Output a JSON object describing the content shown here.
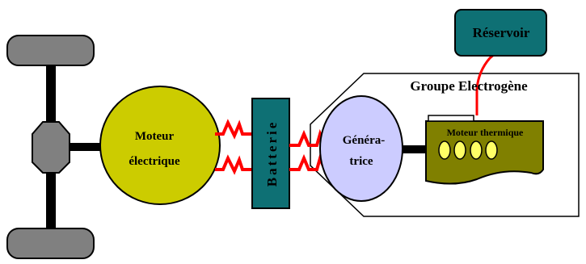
{
  "labels": {
    "motor_line1": "Moteur",
    "motor_line2": "électrique",
    "battery": "Batterie",
    "generator_line1": "Généra-",
    "generator_line2": "trice",
    "group": "Groupe Electrogène",
    "tank": "Réservoir",
    "engine": "Moteur thermique"
  },
  "colors": {
    "wheel": "#808080",
    "axle": "#000000",
    "motor": "#cccc00",
    "battery": "#0e7074",
    "tank": "#0e7074",
    "generator": "#ccccff",
    "engine": "#808000",
    "wire": "#ff0000",
    "shaft": "#000000"
  }
}
